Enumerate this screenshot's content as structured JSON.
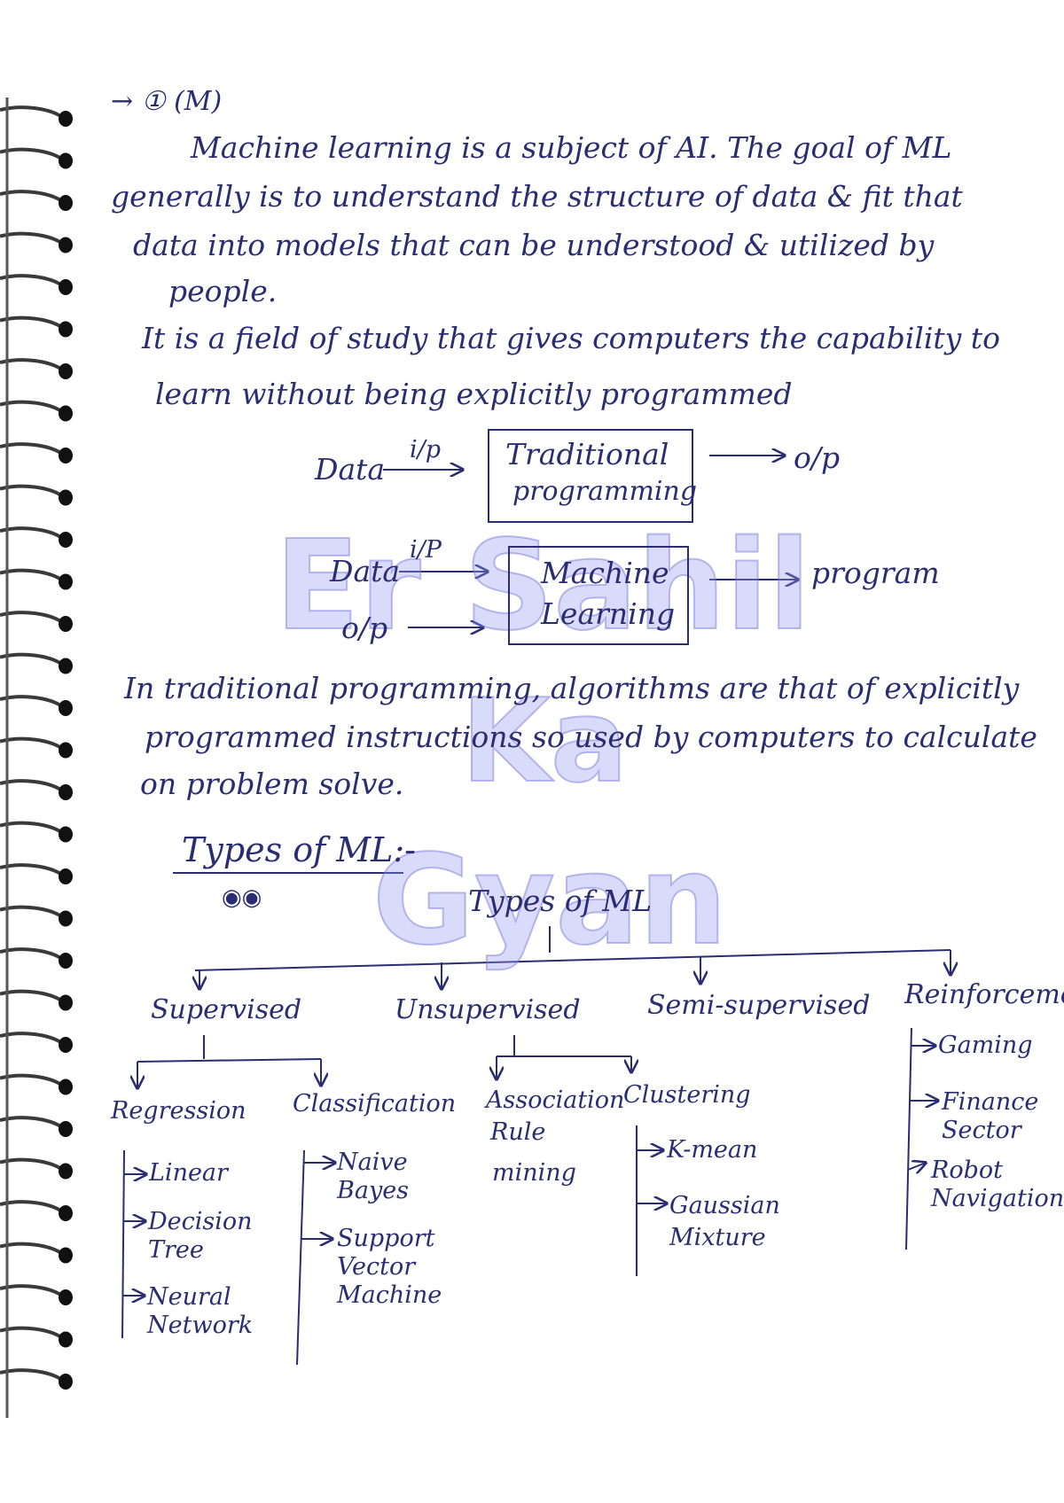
{
  "heading_fragment": "→ ① (M)",
  "intro": [
    "Machine learning is a subject of AI. The goal of ML",
    "generally is to understand the structure of data & fit that",
    "data into models that can be understood & utilized by",
    "people."
  ],
  "definition": [
    "It is a field of study that gives computers the capability to",
    "learn without being explicitly programmed"
  ],
  "diagram1": {
    "input": "Data",
    "arrow_label": "i/p",
    "box": [
      "Traditional",
      "programming"
    ],
    "output": "o/p"
  },
  "diagram2": {
    "input1": "Data",
    "input2": "o/p",
    "arrow_label": "i/P",
    "box": [
      "Machine",
      "Learning"
    ],
    "output": "program"
  },
  "comparison": [
    "In traditional programming, algorithms are that of explicitly",
    "programmed instructions so used by computers to calculate",
    "on problem solve."
  ],
  "section_title": "Types of ML:-",
  "tree": {
    "root": "Types of ML",
    "supervised": {
      "label": "Supervised",
      "regression": {
        "label": "Regression",
        "items": [
          "Linear",
          "Decision Tree",
          "Neural Network"
        ]
      },
      "classification": {
        "label": "Classification",
        "items": [
          "Naive Bayes",
          "Support Vector Machine"
        ]
      }
    },
    "unsupervised": {
      "label": "Unsupervised",
      "association": [
        "Association",
        "Rule",
        "mining"
      ],
      "clustering": {
        "label": "Clustering",
        "items": [
          "K-mean",
          "Gaussian Mixture"
        ]
      }
    },
    "semi": {
      "label": "Semi-supervised"
    },
    "reinforcement": {
      "label": "Reinforcement",
      "items": [
        "Gaming",
        "Finance Sector",
        "Robot Navigation"
      ]
    }
  },
  "watermark": [
    "Er Sahil",
    "Ka",
    "Gyan"
  ],
  "colors": {
    "ink": "#2b2d73",
    "watermark": "#9696f0",
    "paper": "#ffffff"
  }
}
